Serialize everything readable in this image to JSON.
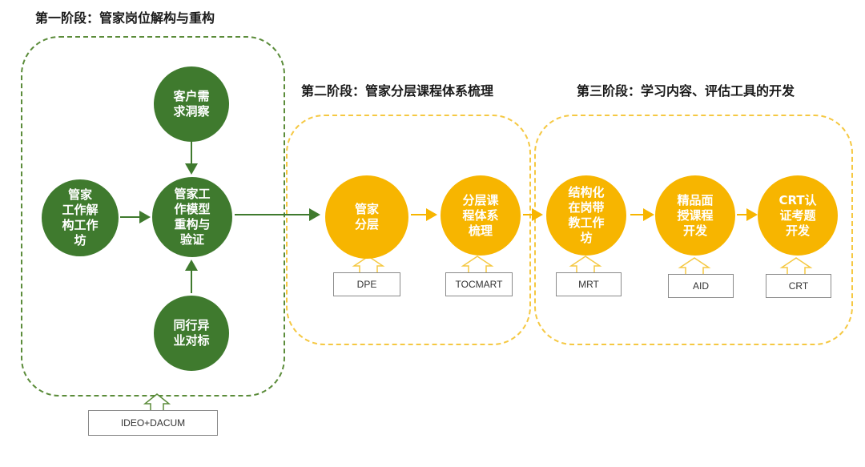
{
  "stages": [
    {
      "title": "第一阶段：管家岗位解构与重构"
    },
    {
      "title": "第二阶段：管家分层课程体系梳理"
    },
    {
      "title": "第三阶段：学习内容、评估工具的开发"
    }
  ],
  "stage1": {
    "nodes": [
      {
        "label": "客户需\n求洞察"
      },
      {
        "label": "管家\n工作解\n构工作\n坊"
      },
      {
        "label": "管家工\n作模型\n重构与\n验证"
      },
      {
        "label": "同行异\n业对标"
      }
    ],
    "tool": "IDEO+DACUM"
  },
  "stage2": {
    "nodes": [
      {
        "label": "管家\n分层",
        "tool": "DPE"
      },
      {
        "label": "分层课\n程体系\n梳理",
        "tool": "TOCMART"
      }
    ]
  },
  "stage3": {
    "nodes": [
      {
        "label": "结构化\n在岗带\n教工作\n坊",
        "tool": "MRT"
      },
      {
        "label": "精品面\n授课程\n开发",
        "tool": "AID"
      },
      {
        "label": "CRT认\n证考题\n开发",
        "tool": "CRT"
      }
    ]
  },
  "colors": {
    "green": "#3f7a2e",
    "yellow": "#f7b500",
    "green_dash": "#5b8c3a",
    "yellow_dash": "#f5c842"
  }
}
